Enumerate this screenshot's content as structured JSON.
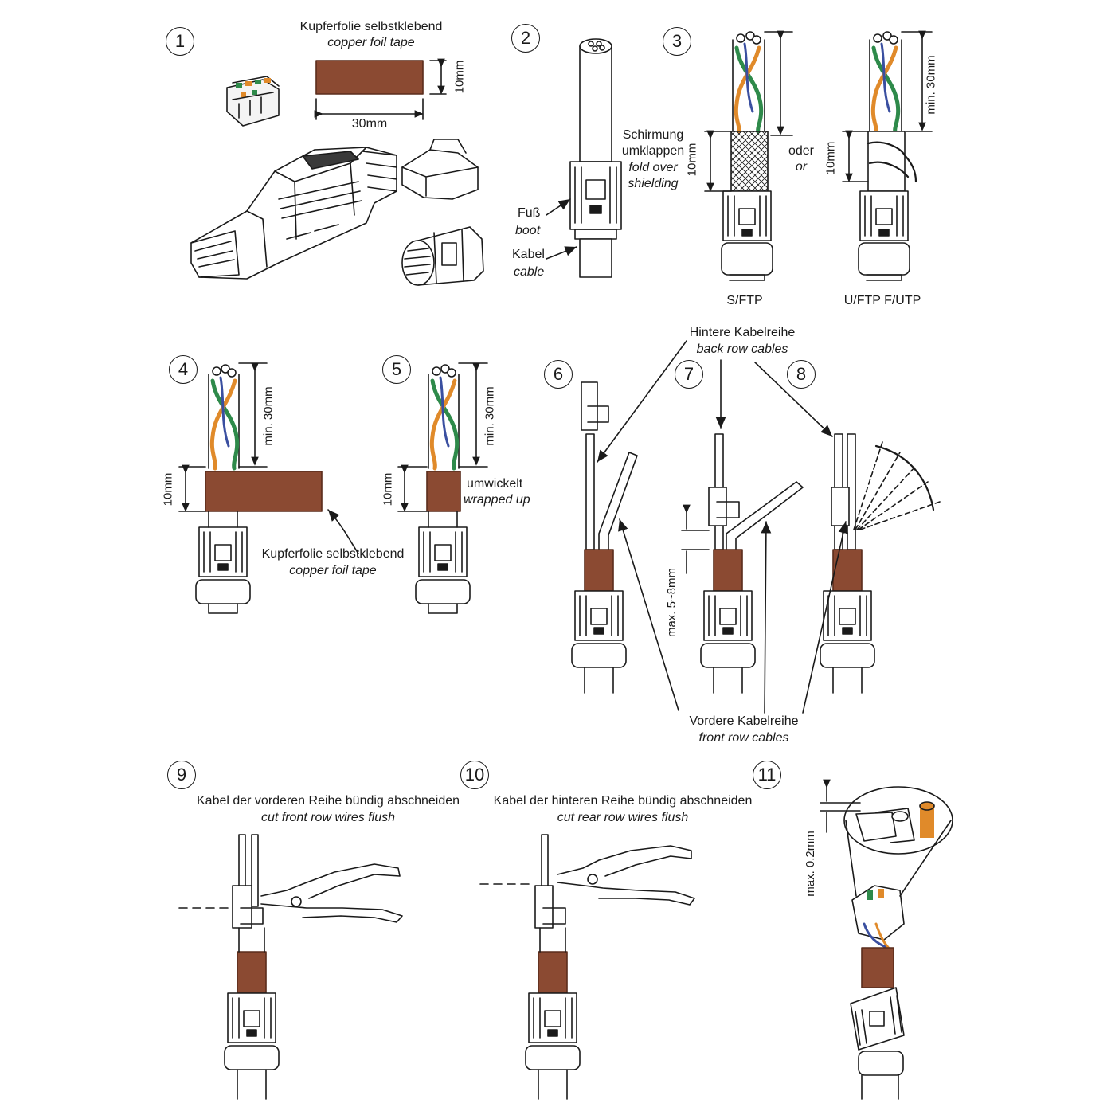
{
  "colors": {
    "copper": "#8b4a32",
    "wire_orange": "#e08a2a",
    "wire_green": "#2e8a4a",
    "wire_blue": "#3a4fa0",
    "line": "#1a1a1a"
  },
  "steps": [
    "1",
    "2",
    "3",
    "4",
    "5",
    "6",
    "7",
    "8",
    "9",
    "10",
    "11"
  ],
  "step1": {
    "tape_de": "Kupferfolie selbstklebend",
    "tape_en": "copper foil tape",
    "dim_h": "10mm",
    "dim_w": "30mm"
  },
  "step2": {
    "shield_de_1": "Schirmung",
    "shield_de_2": "umklappen",
    "shield_en_1": "fold over",
    "shield_en_2": "shielding",
    "boot_de": "Fuß",
    "boot_en": "boot",
    "cable_de": "Kabel",
    "cable_en": "cable"
  },
  "step3": {
    "dim_10": "10mm",
    "oder": "oder",
    "or": "or",
    "sftp": "S/FTP",
    "uftp": "U/FTP F/UTP",
    "min30": "min. 30mm",
    "dim_10b": "10mm"
  },
  "step4": {
    "min30": "min. 30mm",
    "dim_10": "10mm",
    "tape_de": "Kupferfolie selbstklebend",
    "tape_en": "copper foil tape"
  },
  "step5": {
    "min30": "min. 30mm",
    "dim_10": "10mm",
    "wrapped_de": "umwickelt",
    "wrapped_en": "wrapped up"
  },
  "step678": {
    "back_de": "Hintere Kabelreihe",
    "back_en": "back row cables",
    "front_de": "Vordere Kabelreihe",
    "front_en": "front row cables",
    "max58": "max. 5~8mm"
  },
  "step9": {
    "de": "Kabel der vorderen Reihe bündig abschneiden",
    "en": "cut front row wires flush"
  },
  "step10": {
    "de": "Kabel der hinteren Reihe bündig abschneiden",
    "en": "cut rear row wires flush"
  },
  "step11": {
    "max02": "max. 0.2mm"
  }
}
